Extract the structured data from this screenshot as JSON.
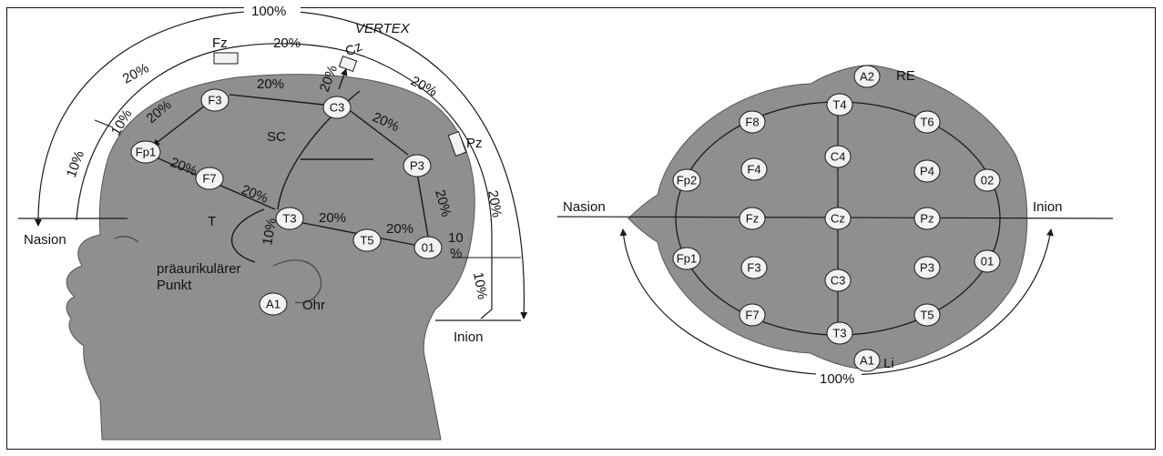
{
  "colors": {
    "skin": "#8f8f8f",
    "line": "#1a1a1a",
    "electrode_fill": "#f2f2f2"
  },
  "side_view": {
    "top_percent": "100%",
    "vertex_label": "VERTEX",
    "nasion_label": "Nasion",
    "inion_label": "Inion",
    "preauricular_label_1": "präaurikulärer",
    "preauricular_label_2": "Punkt",
    "ear_label": "Ohr",
    "sc_label": "SC",
    "t_label": "T",
    "electrodes": {
      "fz": "Fz",
      "cz": "Cz",
      "pz": "Pz",
      "f3": "F3",
      "c3": "C3",
      "p3": "P3",
      "fp1": "Fp1",
      "f7": "F7",
      "t3": "T3",
      "t5": "T5",
      "o1": "01",
      "a1": "A1"
    },
    "percentages": {
      "fz_cz": "20%",
      "nasion_fz": "20%",
      "cz_pz": "20%",
      "pz_inion": "20%",
      "nasion_outer": "10%",
      "inion_outer": "10%",
      "vertex_down": "20%",
      "f3_c3": "20%",
      "fp1_f3": "20%",
      "fp1_upper": "10%",
      "c3_p3": "20%",
      "p3_o1": "20%",
      "fp1_f7": "20%",
      "f7_t3": "20%",
      "t3_t5": "20%",
      "t5_o1": "20%",
      "t3_pre": "10%",
      "o1_lower_a": "10",
      "o1_lower_b": "%"
    }
  },
  "top_view": {
    "nasion_label": "Nasion",
    "inion_label": "Inion",
    "right_label": "RE",
    "left_label": "Li",
    "bottom_percent": "100%",
    "electrodes": {
      "a2": "A2",
      "t4": "T4",
      "f8": "F8",
      "t6": "T6",
      "c4": "C4",
      "f4": "F4",
      "p4": "P4",
      "fp2": "Fp2",
      "o2": "02",
      "fz": "Fz",
      "cz": "Cz",
      "pz": "Pz",
      "fp1": "Fp1",
      "f3": "F3",
      "p3": "P3",
      "o1": "01",
      "c3": "C3",
      "f7": "F7",
      "t5": "T5",
      "t3": "T3",
      "a1": "A1"
    }
  }
}
